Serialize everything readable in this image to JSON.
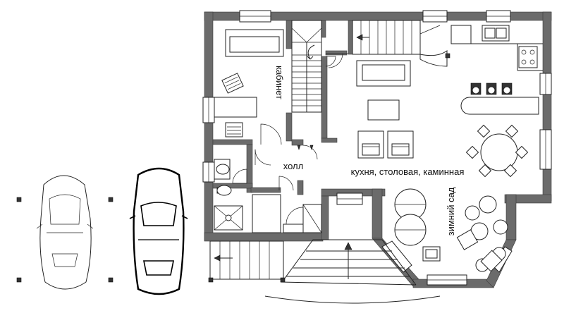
{
  "labels": {
    "study": "кабинет",
    "hall": "холл",
    "kitchen": "кухня, столовая, каминная",
    "garden": "зимний сад"
  },
  "colors": {
    "wall": "#6b6b6b",
    "line": "#222222",
    "background": "#ffffff"
  }
}
